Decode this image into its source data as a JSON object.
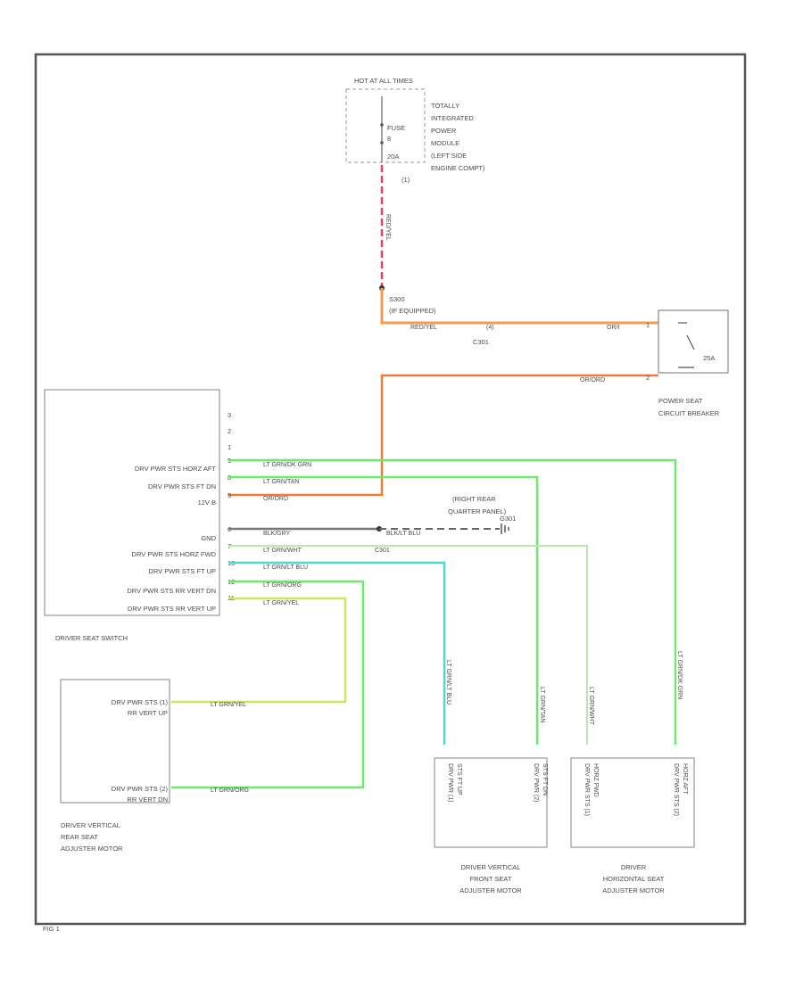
{
  "fuse": {
    "hot": "HOT AT ALL TIMES",
    "fuse_label": "FUSE",
    "fuse_num": "8",
    "fuse_amp": "20A",
    "module": [
      "TOTALLY",
      "INTEGRATED",
      "POWER",
      "MODULE",
      "(LEFT SIDE",
      "ENGINE COMPT)"
    ],
    "wire": "RED/YEL",
    "splice": [
      "S300",
      "(IF EQUIPPED)"
    ]
  },
  "connector_c301": {
    "name": "C301",
    "left_wire": "RED/YEL",
    "pin_label": "(4)",
    "right_wire": "OR/I"
  },
  "circuit_breaker": {
    "rating": "25A",
    "name": [
      "POWER SEAT",
      "CIRCUIT BREAKER"
    ],
    "output_wire": "OR/ORD"
  },
  "switch": {
    "name": "DRIVER SEAT SWITCH",
    "pins_top": [
      "3",
      "2",
      "1"
    ],
    "rows": [
      {
        "label": "DRV PWR STS HORZ AFT",
        "pin": "9",
        "wire": "LT GRN/DK GRN"
      },
      {
        "label": "DRV PWR STS FT DN",
        "pin": "8",
        "wire": "LT GRN/TAN"
      },
      {
        "label": "12V B",
        "pin": "5",
        "wire": "OR/ORD"
      },
      {
        "label": "GND",
        "pin": "6",
        "wire": "BLK/GRY"
      },
      {
        "label": "DRV PWR STS HORZ FWD",
        "pin": "7",
        "wire": "LT GRN/WHT"
      },
      {
        "label": "DRV PWR STS FT UP",
        "pin": "10",
        "wire": "LT GRN/LT BLU"
      },
      {
        "label": "DRV PWR STS RR VERT DN",
        "pin": "12",
        "wire": "LT GRN/ORG"
      },
      {
        "label": "DRV PWR STS RR VERT UP",
        "pin": "11",
        "wire": "LT GRN/YEL"
      }
    ]
  },
  "ground": {
    "wire": "BLK/LT BLU",
    "name": [
      "(RIGHT REAR",
      "QUARTER PANEL)",
      "G301"
    ],
    "connector": "C301"
  },
  "rear_motor": {
    "name": [
      "DRIVER VERTICAL",
      "REAR SEAT",
      "ADJUSTER MOTOR"
    ],
    "pin1_label": [
      "DRV PWR STS (1)",
      "RR VERT UP"
    ],
    "pin2_label": [
      "DRV PWR STS (2)",
      "RR VERT DN"
    ],
    "wire1": "LT GRN/YEL",
    "wire2": "LT GRN/ORG"
  },
  "front_motor": {
    "name": [
      "DRIVER VERTICAL",
      "FRONT SEAT",
      "ADJUSTER MOTOR"
    ],
    "wire1": "LT GRN/LT BLU",
    "wire2": "LT GRN/TAN",
    "pin1": [
      "DRV PWR (1)",
      "STS FT UP"
    ],
    "pin2": [
      "DRV PWR (2)",
      "STS FT DN"
    ]
  },
  "horz_motor": {
    "name": [
      "DRIVER",
      "HORIZONTAL SEAT",
      "ADJUSTER MOTOR"
    ],
    "wire1": "LT GRN/WHT",
    "wire2": "LT GRN/DK GRN",
    "pin1": [
      "DRV PWR STS (1)",
      "HORZ FWD"
    ],
    "pin2": [
      "DRV PWR STS (2)",
      "HORZ AFT"
    ]
  },
  "footer": "FIG 1",
  "colors": {
    "border": "#555555",
    "red": "#e8455a",
    "orange": "#f59a50",
    "orange_dark": "#f07a3a",
    "green": "#6ee870",
    "yellow_green": "#c8e860",
    "cyan": "#50d8d0",
    "gray": "#777777",
    "light_green": "#b8e8b0"
  }
}
